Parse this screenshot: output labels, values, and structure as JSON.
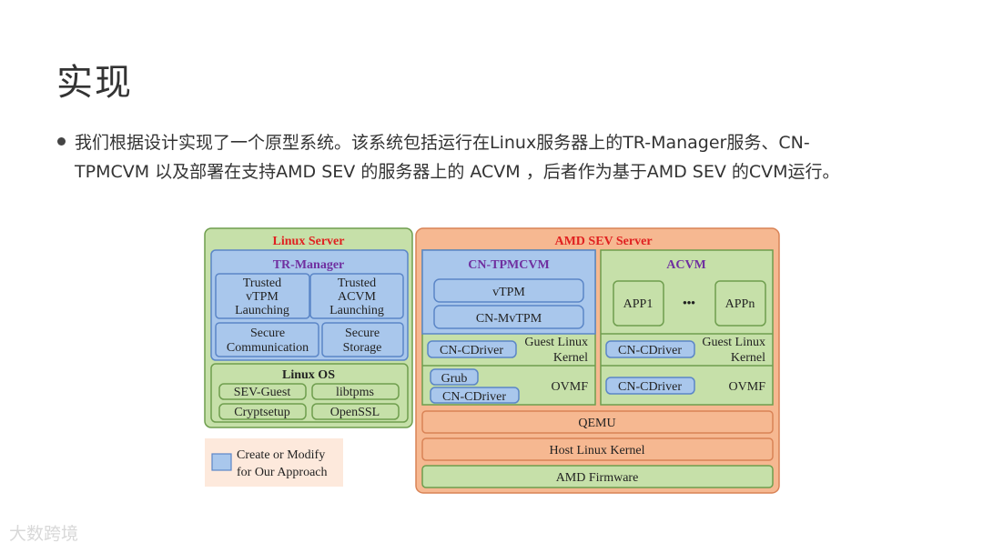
{
  "title": "实现",
  "bullet": "我们根据设计实现了一个原型系统。该系统包括运行在Linux服务器上的TR-Manager服务、CN- TPMCVM 以及部署在支持AMD SEV 的服务器上的 ACVM ，后者作为基于AMD SEV 的CVM运行。",
  "colors": {
    "red_title": "#e02020",
    "purple": "#7030a0",
    "blue_fill": "#a9c7ec",
    "blue_stroke": "#5b86c7",
    "green_fill": "#c6e0a9",
    "green_stroke": "#6f9e4e",
    "orange_fill": "#f6b891",
    "orange_stroke": "#d98356",
    "legend_bg": "#fde9dc"
  },
  "diagram": {
    "linux_server": "Linux Server",
    "tr_manager": "TR-Manager",
    "trusted_vtpm": [
      "Trusted",
      "vTPM",
      "Launching"
    ],
    "trusted_acvm": [
      "Trusted",
      "ACVM",
      "Launching"
    ],
    "secure_comm": [
      "Secure",
      "Communication"
    ],
    "secure_storage": [
      "Secure",
      "Storage"
    ],
    "linux_os": "Linux OS",
    "sev_guest": "SEV-Guest",
    "libtpms": "libtpms",
    "cryptsetup": "Cryptsetup",
    "openssl": "OpenSSL",
    "amd_sev_server": "AMD SEV Server",
    "cn_tpmcvm": "CN-TPMCVM",
    "vtpm": "vTPM",
    "cn_mvtpm": "CN-MvTPM",
    "cn_cdriver": "CN-CDriver",
    "guest_linux_kernel": [
      "Guest Linux",
      "Kernel"
    ],
    "grub": "Grub",
    "ovmf": "OVMF",
    "acvm": "ACVM",
    "app1": "APP1",
    "ellipsis": "•••",
    "appn": "APPn",
    "qemu": "QEMU",
    "host_linux_kernel": "Host Linux Kernel",
    "amd_firmware": "AMD Firmware",
    "legend": [
      "Create or Modify",
      "for Our Approach"
    ]
  },
  "watermark": "大数跨境"
}
